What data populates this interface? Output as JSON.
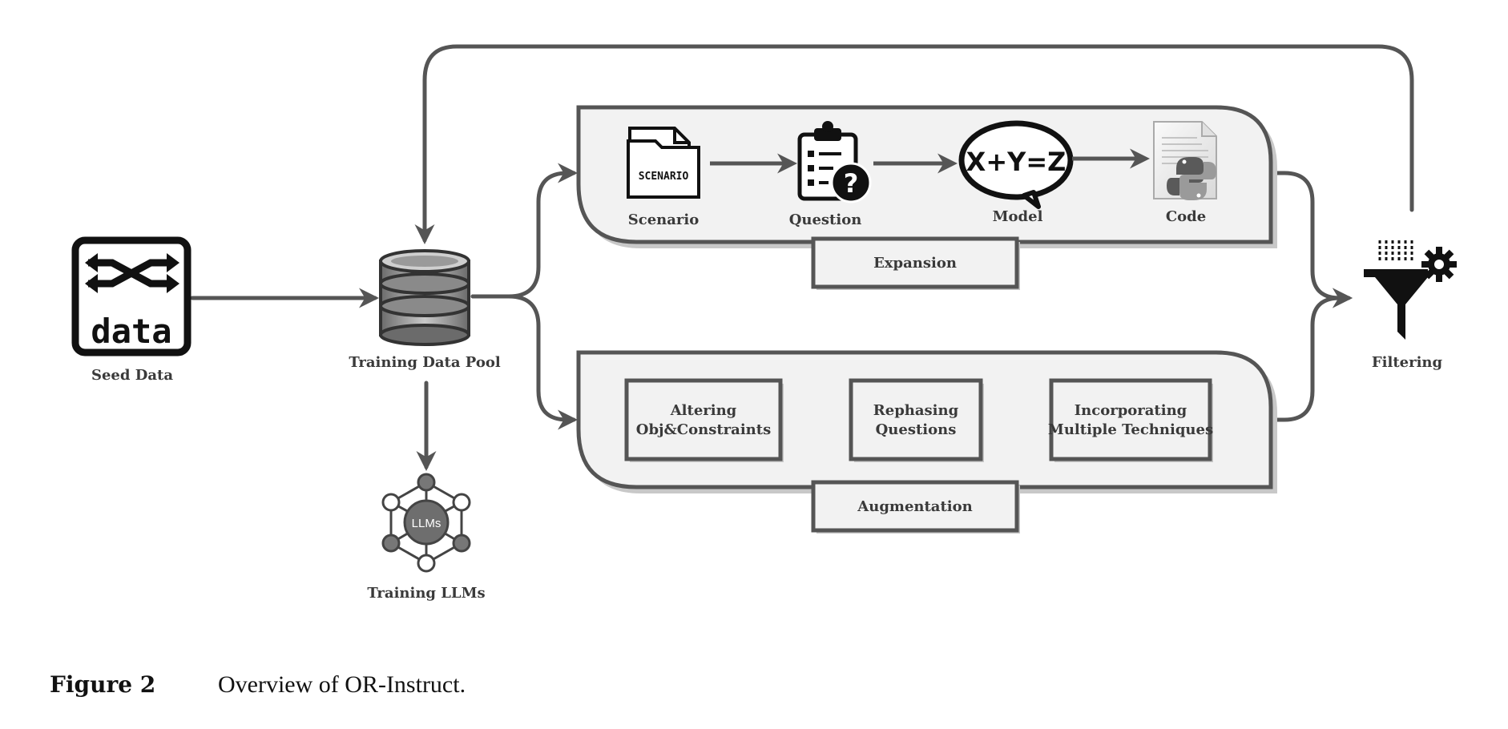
{
  "nodes": {
    "seed_data": {
      "label": "Seed Data",
      "icon_text": "data"
    },
    "pool": {
      "label": "Training Data Pool"
    },
    "llms": {
      "label": "Training LLMs",
      "icon_text": "LLMs"
    },
    "filtering": {
      "label": "Filtering"
    }
  },
  "expansion": {
    "title": "Expansion",
    "steps": [
      {
        "label": "Scenario",
        "icon_text": "SCENARIO"
      },
      {
        "label": "Question"
      },
      {
        "label": "Model",
        "icon_text": "X+Y=Z"
      },
      {
        "label": "Code"
      }
    ]
  },
  "augmentation": {
    "title": "Augmentation",
    "boxes": [
      {
        "line1": "Altering",
        "line2": "Obj&Constraints"
      },
      {
        "line1": "Rephasing",
        "line2": "Questions"
      },
      {
        "line1": "Incorporating",
        "line2": "Multiple Techniques"
      }
    ]
  },
  "caption": {
    "label": "Figure 2",
    "text": "Overview of OR-Instruct."
  },
  "colors": {
    "line": "#555555",
    "panel": "#f2f2f2",
    "icon_dark": "#111111"
  }
}
